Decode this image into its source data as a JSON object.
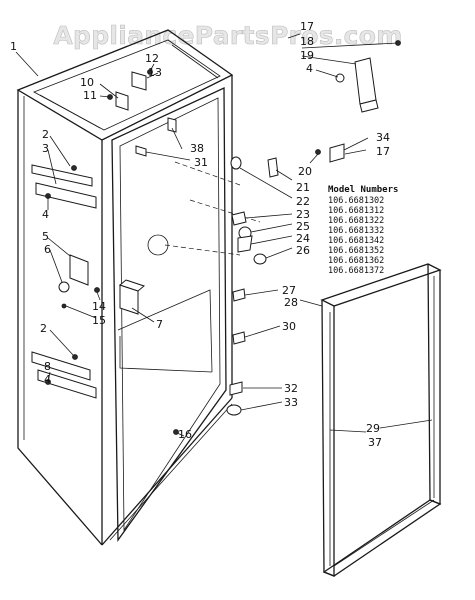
{
  "watermark": "AppliancePartsPros.com",
  "callouts": {
    "c1": "1",
    "c2a": "2",
    "c3": "3",
    "c4a": "4",
    "c5": "5",
    "c6": "6",
    "c14": "14",
    "c15": "15",
    "c2b": "2",
    "c8": "8",
    "c4b": "4",
    "c12": "12",
    "c13": "13",
    "c10": "10",
    "c11": "11",
    "c38": "38",
    "c31": "31",
    "c7": "7",
    "c16": "16",
    "c17a": "17",
    "c18": "18",
    "c19": "19",
    "c4c": "4",
    "c34": "34",
    "c17b": "17",
    "c20": "20",
    "c21": "21",
    "c22": "22",
    "c23": "23",
    "c25": "25",
    "c24": "24",
    "c26": "26",
    "c27": "27",
    "c28": "28",
    "c30": "30",
    "c32": "32",
    "c33": "33",
    "c29": "29",
    "c37": "37"
  },
  "model_numbers": {
    "title": "Model Numbers",
    "items": [
      "106.6681302",
      "106.6681312",
      "106.6681322",
      "106.6681332",
      "106.6681342",
      "106.6681352",
      "106.6681362",
      "106.6681372"
    ]
  }
}
